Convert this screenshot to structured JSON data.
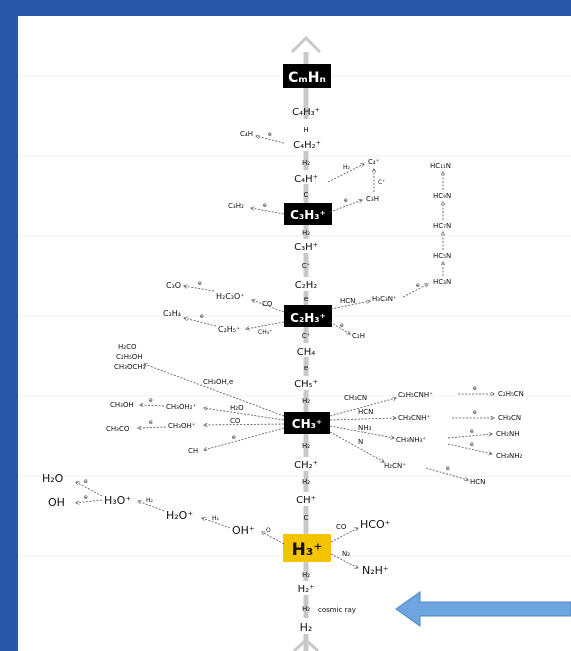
{
  "colors": {
    "frame": "#2a57a8",
    "box_dark": "#000000",
    "box_highlight": "#f5c400",
    "spine": "#c8c8c8",
    "pointer": "#6fa5de"
  },
  "spine": {
    "top": "CₘHₙ",
    "nodes": [
      "C₄H₃⁺",
      "C₄H₂⁺",
      "C₄H⁺",
      "C₃H₃⁺",
      "C₃H⁺",
      "C₂H₂",
      "C₂H₃⁺",
      "CH₄",
      "CH₅⁺",
      "CH₃⁺",
      "CH₂⁺",
      "CH⁺",
      "H₃⁺",
      "H₂⁺",
      "H₂"
    ],
    "steps": [
      "H",
      "H₂",
      "C",
      "H₂",
      "C⁺",
      "e",
      "C⁺",
      "e",
      "H₂",
      "H₂",
      "H₂",
      "C",
      "H₂",
      "H₂"
    ]
  },
  "branches": {
    "c4h": "C₄H",
    "c4h_e": "e",
    "c4p": "C₄⁺",
    "h2_to_c4": "H₂",
    "cp_up": "C⁺",
    "c3h": "C₃H",
    "e_c3h": "e",
    "c3h2": "C₃H₂",
    "c3h2_e": "e",
    "hc11n": "HC₁₁N",
    "hc9n": "HC₉N",
    "hc7n": "HC₇N",
    "hc5n": "HC₅N",
    "hc3n": "HC₃N",
    "c3o": "C₃O",
    "c3o_e": "e",
    "h2c3op": "H₂C₃O⁺",
    "co_lbl": "CO",
    "hcn_lbl": "HCN",
    "h3c3np": "H₃C₃N⁺",
    "h3c3np_e": "e",
    "c2h4": "C₂H₄",
    "c2h4_e": "e",
    "c2h5p": "C₂H₅⁺",
    "ch3p_lbl": "CH₃⁺",
    "c2h_e": "e",
    "c2h": "C₂H",
    "h2co": "H₂CO",
    "c2h5oh": "C₂H₅OH",
    "ch3och3": "CH₃OCH₃",
    "ch3oh_e": "CH₃OH,e",
    "ch3oh": "CH₃OH",
    "ch3oh_e2": "e",
    "ch3oh2p": "CH₃OH₂⁺",
    "h2o_lbl": "H₂O",
    "ch3co": "CH₃CO",
    "ch3co_e": "e",
    "ch3ohp": "CH₃OH⁺",
    "co_lbl2": "CO",
    "ch": "CH",
    "ch_e": "e",
    "ch3cn_lbl": "CH₃CN",
    "c2h5cnhp": "C₂H₅CNH⁺",
    "c2h5cn_e": "e",
    "c2h5cn": "C₂H₅CN",
    "hcn_lbl2": "HCN",
    "ch3cnhp": "CH₃CNH⁺",
    "ch3cn_e": "e",
    "ch3cn": "CH₃CN",
    "nh3_lbl": "NH₃",
    "ch3nh3p": "CH₃NH₃⁺",
    "ch2nh_e": "e",
    "ch2nh": "CH₂NH",
    "ch3nh2_e": "e",
    "ch3nh2": "CH₃NH₂",
    "n_lbl": "N",
    "h2cnp": "H₂CN⁺",
    "hcn_e": "e",
    "hcn": "HCN",
    "h2o": "H₂O",
    "oh": "OH",
    "h3op_e": "e",
    "h3op_e2": "e",
    "h3op": "H₃O⁺",
    "h2_lbl": "H₂",
    "h2op": "H₂O⁺",
    "h2_lbl2": "H₂",
    "ohp": "OH⁺",
    "o_lbl": "O",
    "co_lbl3": "CO",
    "hcop": "HCO⁺",
    "n2_lbl": "N₂",
    "n2hp": "N₂H⁺",
    "cosmic_ray": "cosmic ray"
  }
}
